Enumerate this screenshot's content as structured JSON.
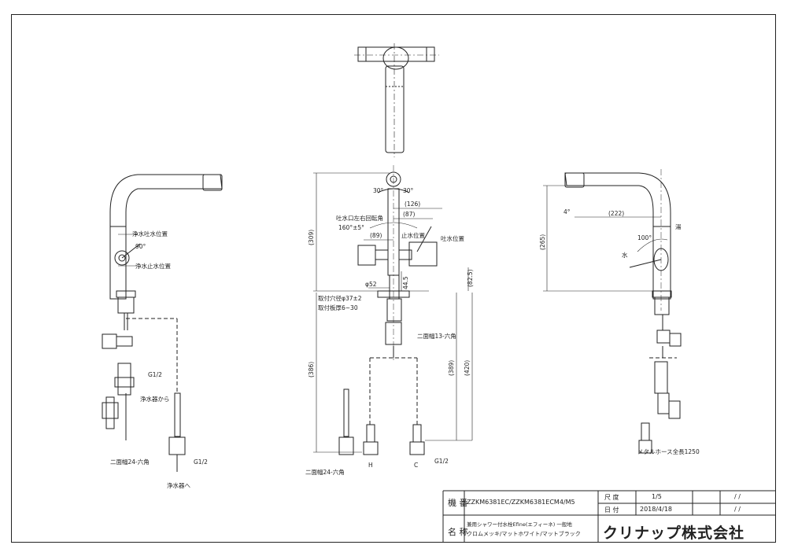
{
  "drawing": {
    "labels": {
      "purified_spout_pos": "浄水吐水位置",
      "purified_stop_pos": "浄水止水位置",
      "angle_90": "90°",
      "swivel_label": "吐水口左右回転角",
      "swivel_value": "160°±5°",
      "angle_30_left": "30°",
      "angle_30_right": "30°",
      "dim_126": "(126)",
      "dim_87": "(87)",
      "dim_89": "(89)",
      "stop_pos": "止水位置",
      "spout_pos": "吐水位置",
      "dim_309": "(309)",
      "dim_825": "(82.5)",
      "dim_445": "44.5",
      "phi52": "φ52",
      "mount_hole": "取付穴径φ37±2",
      "mount_thick": "取付板厚6~30",
      "hex13": "二面幅13-六角",
      "dim_386": "(386)",
      "dim_389": "(389)",
      "dim_420": "(420)",
      "hex24_center": "二面幅24-六角",
      "hot": "H",
      "cold": "C",
      "g12_center": "G1/2",
      "g12_left1": "G1/2",
      "from_purifier": "浄水器から",
      "hex24_left": "二面幅24-六角",
      "g12_left2": "G1/2",
      "to_purifier": "浄水器へ",
      "angle_4": "4°",
      "dim_222": "(222)",
      "dim_265": "(265)",
      "hot_water": "湯",
      "water": "水",
      "angle_100": "100°",
      "metal_hose": "メタルホース全長1250"
    }
  },
  "title_block": {
    "model_label": "機 番",
    "model_value": "ZZKM6381EC/ZZKM6381ECM4/M5",
    "scale_label": "尺 度",
    "scale_value": "1/5",
    "date_label": "日 付",
    "date_value": "2018/4/18",
    "slash1": "/ /",
    "slash2": "/ /",
    "name_label": "名 称",
    "name_line1": "兼用シャワー付水栓Efine(エフィーネ) 一般地",
    "name_line2": "クロムメッキ/マットホワイト/マットブラック",
    "company": "クリナップ株式会社"
  }
}
